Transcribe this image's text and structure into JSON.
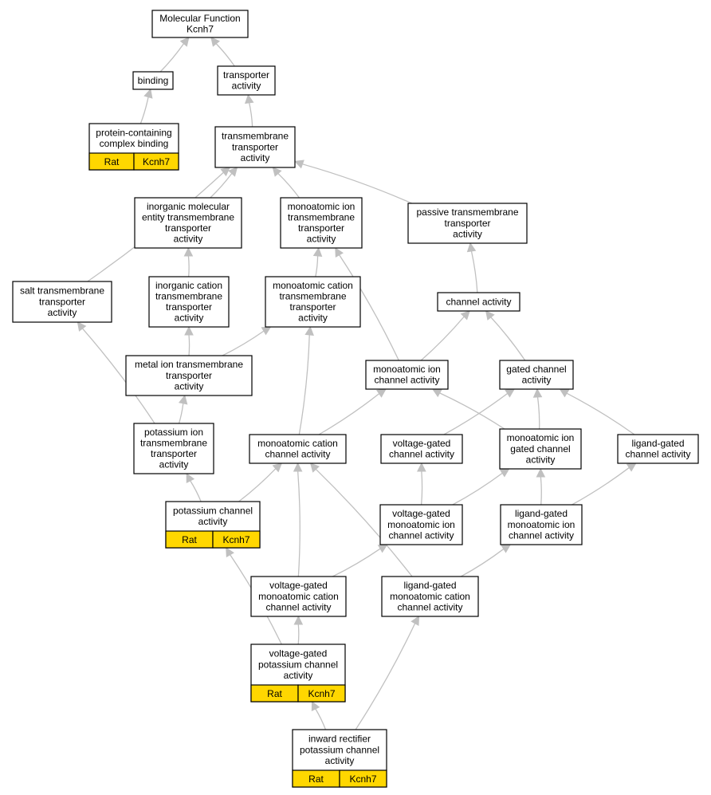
{
  "colors": {
    "edge": "#c0c0c0",
    "annotation_fill": "#ffd700",
    "node_border": "#000000",
    "background": "#ffffff"
  },
  "nodes": [
    {
      "id": "mf",
      "lines": [
        "Molecular Function",
        "Kcnh7"
      ]
    },
    {
      "id": "bind",
      "lines": [
        "binding"
      ]
    },
    {
      "id": "trans",
      "lines": [
        "transporter",
        "activity"
      ]
    },
    {
      "id": "pcb",
      "lines": [
        "protein-containing",
        "complex binding"
      ],
      "tags": [
        "Rat",
        "Kcnh7"
      ]
    },
    {
      "id": "tmta",
      "lines": [
        "transmembrane",
        "transporter",
        "activity"
      ]
    },
    {
      "id": "imet",
      "lines": [
        "inorganic molecular",
        "entity transmembrane",
        "transporter",
        "activity"
      ]
    },
    {
      "id": "mit",
      "lines": [
        "monoatomic ion",
        "transmembrane",
        "transporter",
        "activity"
      ]
    },
    {
      "id": "ptt",
      "lines": [
        "passive transmembrane",
        "transporter",
        "activity"
      ]
    },
    {
      "id": "salt",
      "lines": [
        "salt transmembrane",
        "transporter",
        "activity"
      ]
    },
    {
      "id": "ict",
      "lines": [
        "inorganic cation",
        "transmembrane",
        "transporter",
        "activity"
      ]
    },
    {
      "id": "mct",
      "lines": [
        "monoatomic cation",
        "transmembrane",
        "transporter",
        "activity"
      ]
    },
    {
      "id": "chan",
      "lines": [
        "channel activity"
      ]
    },
    {
      "id": "metal",
      "lines": [
        "metal ion transmembrane",
        "transporter",
        "activity"
      ]
    },
    {
      "id": "mic",
      "lines": [
        "monoatomic ion",
        "channel activity"
      ]
    },
    {
      "id": "gated",
      "lines": [
        "gated channel",
        "activity"
      ]
    },
    {
      "id": "kt",
      "lines": [
        "potassium ion",
        "transmembrane",
        "transporter",
        "activity"
      ]
    },
    {
      "id": "mcc",
      "lines": [
        "monoatomic cation",
        "channel activity"
      ]
    },
    {
      "id": "vgc",
      "lines": [
        "voltage-gated",
        "channel activity"
      ]
    },
    {
      "id": "migc",
      "lines": [
        "monoatomic ion",
        "gated channel",
        "activity"
      ]
    },
    {
      "id": "lgc",
      "lines": [
        "ligand-gated",
        "channel activity"
      ]
    },
    {
      "id": "kc",
      "lines": [
        "potassium channel",
        "activity"
      ],
      "tags": [
        "Rat",
        "Kcnh7"
      ]
    },
    {
      "id": "vgmi",
      "lines": [
        "voltage-gated",
        "monoatomic ion",
        "channel activity"
      ]
    },
    {
      "id": "lgmi",
      "lines": [
        "ligand-gated",
        "monoatomic ion",
        "channel activity"
      ]
    },
    {
      "id": "vgmc",
      "lines": [
        "voltage-gated",
        "monoatomic cation",
        "channel activity"
      ]
    },
    {
      "id": "lgmc",
      "lines": [
        "ligand-gated",
        "monoatomic cation",
        "channel activity"
      ]
    },
    {
      "id": "vgk",
      "lines": [
        "voltage-gated",
        "potassium channel",
        "activity"
      ],
      "tags": [
        "Rat",
        "Kcnh7"
      ]
    },
    {
      "id": "irk",
      "lines": [
        "inward rectifier",
        "potassium channel",
        "activity"
      ],
      "tags": [
        "Rat",
        "Kcnh7"
      ]
    }
  ],
  "edges": [
    {
      "from": "bind",
      "to": "mf"
    },
    {
      "from": "trans",
      "to": "mf"
    },
    {
      "from": "pcb",
      "to": "bind"
    },
    {
      "from": "tmta",
      "to": "trans"
    },
    {
      "from": "imet",
      "to": "tmta"
    },
    {
      "from": "mit",
      "to": "tmta"
    },
    {
      "from": "ptt",
      "to": "tmta"
    },
    {
      "from": "salt",
      "to": "tmta"
    },
    {
      "from": "ict",
      "to": "imet"
    },
    {
      "from": "mct",
      "to": "mit"
    },
    {
      "from": "chan",
      "to": "ptt"
    },
    {
      "from": "metal",
      "to": "ict"
    },
    {
      "from": "metal",
      "to": "mct"
    },
    {
      "from": "mic",
      "to": "mit"
    },
    {
      "from": "mic",
      "to": "chan"
    },
    {
      "from": "gated",
      "to": "chan"
    },
    {
      "from": "kt",
      "to": "metal"
    },
    {
      "from": "kt",
      "to": "salt"
    },
    {
      "from": "mcc",
      "to": "mct"
    },
    {
      "from": "mcc",
      "to": "mic"
    },
    {
      "from": "vgc",
      "to": "gated"
    },
    {
      "from": "migc",
      "to": "mic"
    },
    {
      "from": "migc",
      "to": "gated"
    },
    {
      "from": "lgc",
      "to": "gated"
    },
    {
      "from": "kc",
      "to": "kt"
    },
    {
      "from": "kc",
      "to": "mcc"
    },
    {
      "from": "vgmi",
      "to": "vgc"
    },
    {
      "from": "vgmi",
      "to": "migc"
    },
    {
      "from": "lgmi",
      "to": "migc"
    },
    {
      "from": "lgmi",
      "to": "lgc"
    },
    {
      "from": "vgmc",
      "to": "mcc"
    },
    {
      "from": "vgmc",
      "to": "vgmi"
    },
    {
      "from": "lgmc",
      "to": "mcc"
    },
    {
      "from": "lgmc",
      "to": "lgmi"
    },
    {
      "from": "vgk",
      "to": "vgmc"
    },
    {
      "from": "vgk",
      "to": "kc"
    },
    {
      "from": "irk",
      "to": "vgk"
    },
    {
      "from": "irk",
      "to": "lgmc"
    }
  ]
}
